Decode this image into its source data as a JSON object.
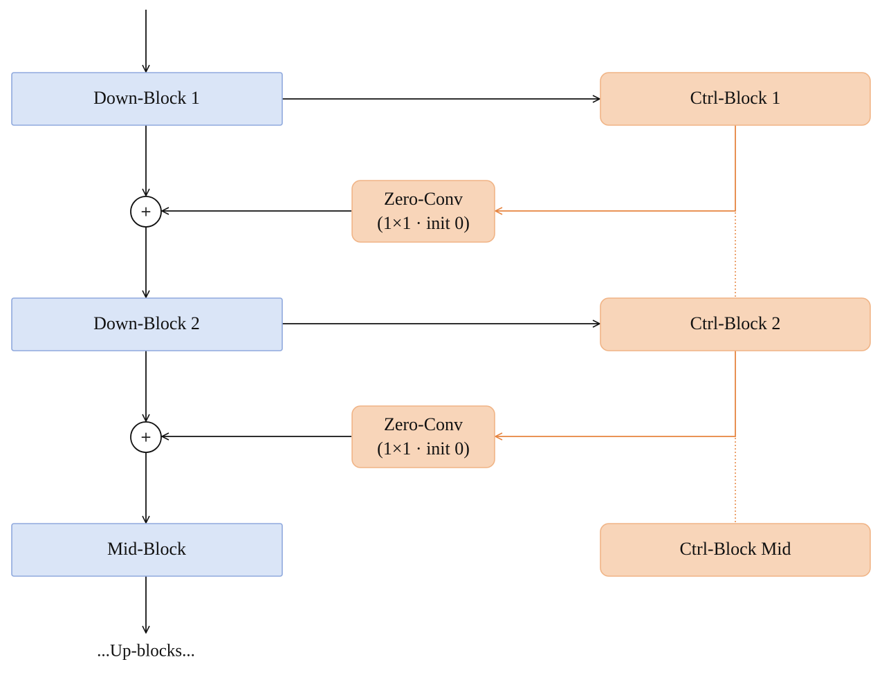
{
  "colors": {
    "down_fill": "#dae5f7",
    "down_stroke": "#8fa9dd",
    "ctrl_fill": "#f8d5b9",
    "ctrl_stroke": "#f0b486",
    "orange_line": "#e6843f",
    "black_line": "#111111"
  },
  "blocks": {
    "down1": "Down-Block 1",
    "down2": "Down-Block 2",
    "mid": "Mid-Block",
    "ctrl1": "Ctrl-Block 1",
    "ctrl2": "Ctrl-Block 2",
    "ctrl_mid": "Ctrl-Block Mid"
  },
  "zero_conv": {
    "zc1": {
      "line1": "Zero-Conv",
      "line2": "(1×1 · init 0)"
    },
    "zc2": {
      "line1": "Zero-Conv",
      "line2": "(1×1 · init 0)"
    }
  },
  "adders": {
    "add1": "+",
    "add2": "+"
  },
  "output_label": "...Up-blocks..."
}
